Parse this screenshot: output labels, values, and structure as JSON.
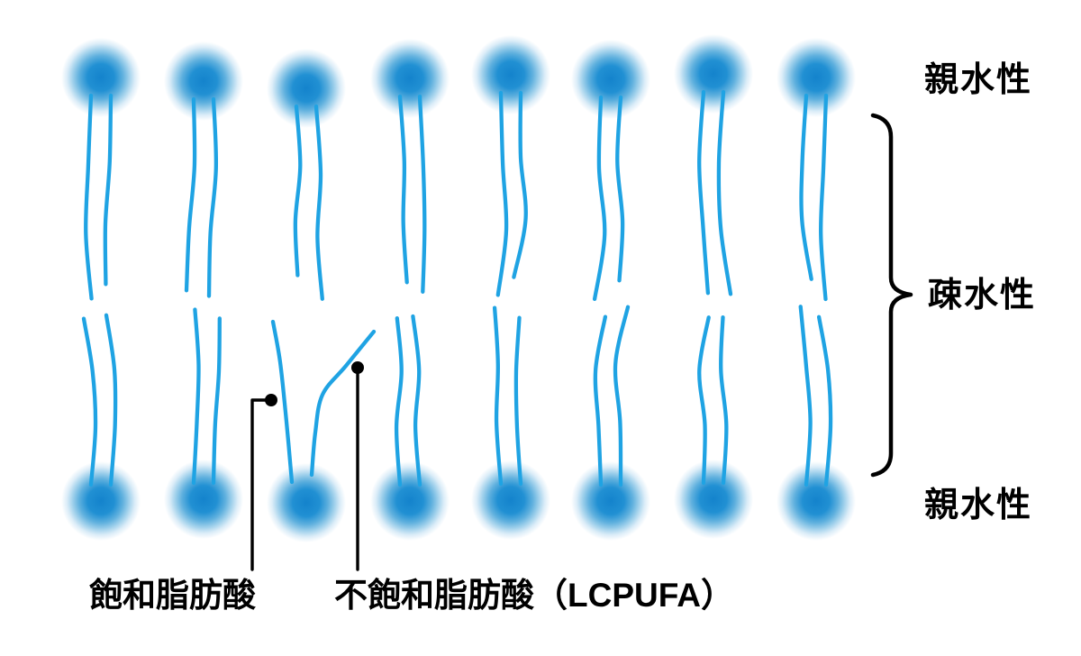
{
  "labels": {
    "hydrophilic_top": "親水性",
    "hydrophobic": "疎水性",
    "hydrophilic_bottom": "親水性",
    "saturated": "飽和脂肪酸",
    "unsaturated": "不飽和脂肪酸（LCPUFA）"
  },
  "colors": {
    "tail": "#1fa3e3",
    "annotation": "#000000",
    "background": "#ffffff",
    "head_gradient": [
      [
        "#1483cc",
        0
      ],
      [
        "#2190d3",
        0.34
      ],
      [
        "#5fb0de",
        0.55
      ],
      [
        "#a3d2ec",
        0.72
      ],
      [
        "#dcedf8",
        0.86
      ],
      [
        "#ffffff",
        1
      ]
    ]
  },
  "membrane": {
    "lipids_per_row": 8,
    "rows": 2,
    "tails_per_lipid": 2
  }
}
